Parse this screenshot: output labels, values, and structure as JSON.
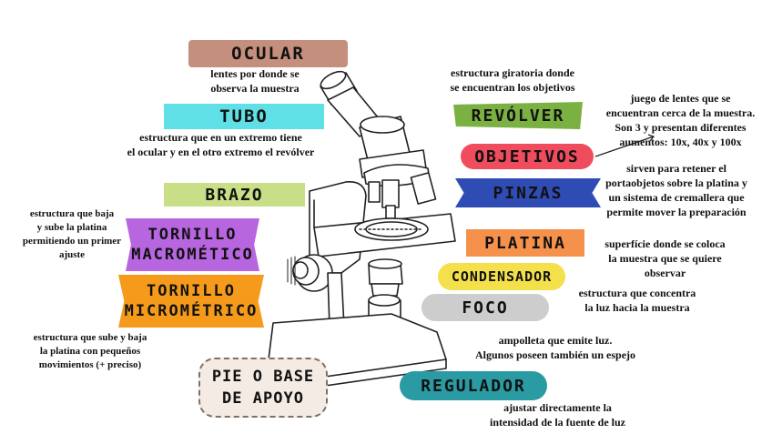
{
  "labels": {
    "ocular": "OCULAR",
    "tubo": "TUBO",
    "brazo": "BRAZO",
    "tornillo_macro_1": "TORNILLO",
    "tornillo_macro_2": "MACROMÉTICO",
    "tornillo_micro_1": "TORNILLO",
    "tornillo_micro_2": "MICROMÉTRICO",
    "revolver": "REVÓLVER",
    "objetivos": "OBJETIVOS",
    "pinzas": "PINZAS",
    "platina": "PLATINA",
    "condensador": "CONDENSADOR",
    "foco": "FOCO",
    "regulador": "REGULADOR",
    "pie_1": "PIE O BASE",
    "pie_2": "DE APOYO"
  },
  "descriptions": {
    "ocular": [
      "lentes por donde se",
      "observa la muestra"
    ],
    "tubo": [
      "estructura que en un extremo tiene",
      "el ocular y en el otro extremo el revólver"
    ],
    "macro": [
      "estructura que baja",
      "y sube la platina",
      "permitiendo un primer",
      "ajuste"
    ],
    "micro": [
      "estructura que sube y baja",
      "la platina con pequeños",
      "movimientos (+ preciso)"
    ],
    "revolver": [
      "estructura giratoria donde",
      "se encuentran los objetivos"
    ],
    "objetivos": [
      "juego de lentes que se",
      "encuentran cerca de la muestra.",
      "Son 3 y presentan diferentes",
      "aumentos: 10x, 40x y 100x"
    ],
    "pinzas": [
      "sirven para retener el",
      "portaobjetos sobre la platina y",
      "un sistema de cremallera que",
      "permite mover la preparación"
    ],
    "platina": [
      "superfície donde se coloca",
      "la muestra que se quiere",
      "observar"
    ],
    "condensador": [
      "estructura que concentra",
      "la luz hacia la muestra"
    ],
    "foco": [
      "ampolleta que emite luz.",
      "Algunos poseen  también un espejo"
    ],
    "regulador": [
      "ajustar directamente la",
      "intensidad de la fuente de luz"
    ]
  },
  "colors": {
    "ocular": "#c48f7c",
    "tubo": "#5ee0e6",
    "brazo": "#c8df88",
    "macro": "#b766e0",
    "micro": "#f59a1b",
    "revolver": "#7bb142",
    "objetivos": "#ef4c5e",
    "pinzas": "#2e4cb3",
    "platina": "#f5914b",
    "condensador": "#f4e04a",
    "foco": "#cdcdcd",
    "regulador": "#2a9aa3",
    "pie": "#f3ebe4"
  }
}
